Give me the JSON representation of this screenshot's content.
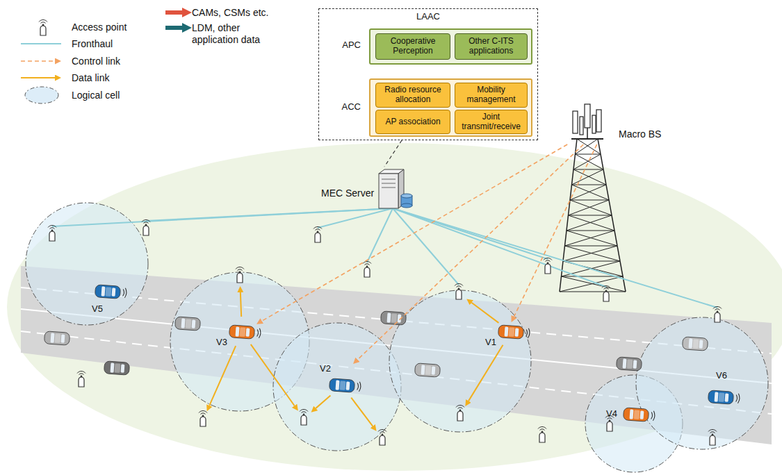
{
  "diagram": {
    "nodes": [
      {
        "text": [
          "LAAC"
        ]
      },
      {
        "text": [
          "APC"
        ],
        "in": 0
      },
      {
        "text": [
          "Cooperative Perception"
        ],
        "in": 1
      },
      {
        "text": [
          "Other C-ITS applications"
        ],
        "in": 1
      },
      {
        "text": [
          "ACC"
        ],
        "in": 0
      },
      {
        "text": [
          "Radio resource allocation"
        ],
        "in": 4
      },
      {
        "text": [
          "Mobility management"
        ],
        "in": 4
      },
      {
        "text": [
          "AP association"
        ],
        "in": 4
      },
      {
        "text": [
          "Joint transmit/receive"
        ],
        "in": 4
      },
      {
        "text": [
          "MEC Server"
        ]
      },
      {
        "text": [
          "Macro BS"
        ]
      },
      {
        "text": [
          "V5"
        ]
      },
      {
        "text": [
          "V3"
        ]
      },
      {
        "text": [
          "V2"
        ]
      },
      {
        "text": [
          "V1"
        ]
      },
      {
        "text": [
          "V4"
        ]
      },
      {
        "text": [
          "V6"
        ]
      }
    ],
    "edges": [
      {
        "from": 4,
        "to": 1,
        "arrow": "to"
      },
      {
        "from": 1,
        "to": 4,
        "arrow": "to"
      },
      {
        "from": 0,
        "to": 9,
        "arrow": "none"
      },
      {
        "from": 10,
        "to": 12,
        "arrow": "to"
      },
      {
        "from": 10,
        "to": 13,
        "arrow": "to"
      },
      {
        "from": 10,
        "to": 14,
        "arrow": "to"
      }
    ],
    "legend": [
      {
        "text": "Access point"
      },
      {
        "text": "Fronthaul"
      },
      {
        "text": "Control link"
      },
      {
        "text": "Data link"
      },
      {
        "text": "Logical cell"
      },
      {
        "text": "CAMs, CSMs etc."
      },
      {
        "text": "LDM, other application data"
      }
    ]
  }
}
